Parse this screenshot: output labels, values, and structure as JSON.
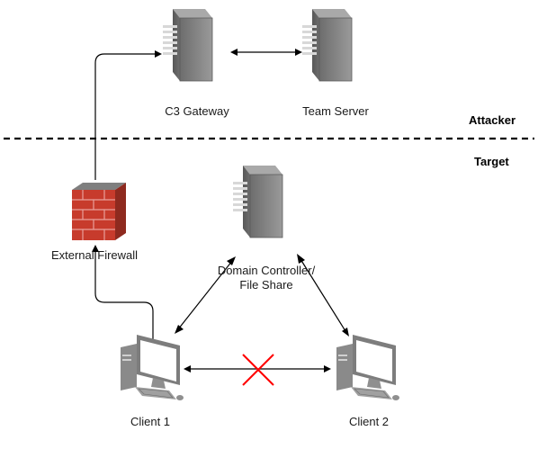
{
  "zones": {
    "attacker": "Attacker",
    "target": "Target"
  },
  "nodes": {
    "c3_gateway": "C3 Gateway",
    "team_server": "Team Server",
    "external_firewall": "External Firewall",
    "domain_controller_line1": "Domain Controller/",
    "domain_controller_line2": "File Share",
    "client1": "Client 1",
    "client2": "Client 2"
  },
  "icons": {
    "c3_gateway": "server-icon",
    "team_server": "server-icon",
    "domain_controller": "server-icon",
    "external_firewall": "firewall-icon",
    "client1": "workstation-icon",
    "client2": "workstation-icon",
    "blocked": "red-x-icon"
  },
  "colors": {
    "blocked": "#ff0000",
    "server": "#7a7a7a",
    "firewall": "#c0392b"
  }
}
